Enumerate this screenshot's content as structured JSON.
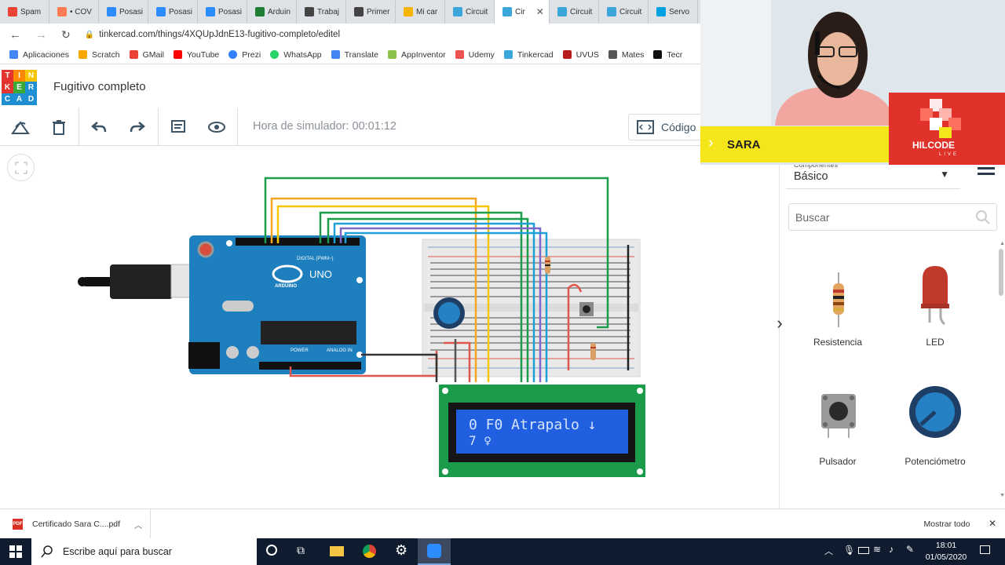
{
  "tabs": [
    {
      "label": "Spam",
      "color": "#ea4335"
    },
    {
      "label": "• COV",
      "color": "#ff7b54"
    },
    {
      "label": "Posasi",
      "color": "#2d8cff"
    },
    {
      "label": "Posasi",
      "color": "#2d8cff"
    },
    {
      "label": "Posasi",
      "color": "#2d8cff"
    },
    {
      "label": "Arduin",
      "color": "#1e7e34"
    },
    {
      "label": "Trabaj",
      "color": "#444"
    },
    {
      "label": "Primer",
      "color": "#444"
    },
    {
      "label": "Mi car",
      "color": "#f4b400"
    },
    {
      "label": "Circuit",
      "color": "#3aa6d9"
    },
    {
      "label": "Cir",
      "color": "#3aa6d9",
      "active": true
    },
    {
      "label": "Circuit",
      "color": "#3aa6d9"
    },
    {
      "label": "Circuit",
      "color": "#3aa6d9"
    },
    {
      "label": "Servo",
      "color": "#00a1e0"
    }
  ],
  "address": {
    "url": "tinkercad.com/things/4XQUpJdnE13-fugitivo-completo/editel"
  },
  "bookmarks": [
    {
      "label": "Aplicaciones",
      "color": "#4285f4"
    },
    {
      "label": "Scratch",
      "color": "#f7a800"
    },
    {
      "label": "GMail",
      "color": "#ea4335"
    },
    {
      "label": "YouTube",
      "color": "#ff0000"
    },
    {
      "label": "Prezi",
      "color": "#3181ff"
    },
    {
      "label": "WhatsApp",
      "color": "#25d366"
    },
    {
      "label": "Translate",
      "color": "#4285f4"
    },
    {
      "label": "AppInventor",
      "color": "#8bc34a"
    },
    {
      "label": "Udemy",
      "color": "#ec5252"
    },
    {
      "label": "Tinkercad",
      "color": "#3aa6d9"
    },
    {
      "label": "UVUS",
      "color": "#b71c1c"
    },
    {
      "label": "Mates",
      "color": "#555"
    },
    {
      "label": "Tecr",
      "color": "#111"
    }
  ],
  "logo": {
    "letters": [
      "T",
      "I",
      "N",
      "K",
      "E",
      "R",
      "C",
      "A",
      "D"
    ]
  },
  "project": {
    "title": "Fugitivo completo"
  },
  "toolbar": {
    "sim_time": "Hora de simulador: 00:01:12",
    "code_label": "Código"
  },
  "lcd": {
    "line1": "0 F0 Atrapalo ↓",
    "line2": "7       ♀"
  },
  "board": {
    "label_uno": "UNO",
    "label_arduino": "ARDUINO",
    "label_digital": "DIGITAL (PWM~)",
    "label_power": "POWER",
    "label_analog": "ANALOG IN"
  },
  "panel": {
    "category_small": "Componentes",
    "category": "Básico",
    "search_placeholder": "Buscar",
    "components": [
      {
        "label": "Resistencia"
      },
      {
        "label": "LED"
      },
      {
        "label": "Pulsador"
      },
      {
        "label": "Potenciómetro"
      }
    ]
  },
  "webcam": {
    "name": "SARA",
    "brand": "HILCODE",
    "brand_sub": "LIVE"
  },
  "downloads": {
    "file": "Certificado Sara C....pdf",
    "show_all": "Mostrar todo"
  },
  "taskbar": {
    "search_placeholder": "Escribe aquí para buscar",
    "time": "18:01",
    "date": "01/05/2020"
  }
}
